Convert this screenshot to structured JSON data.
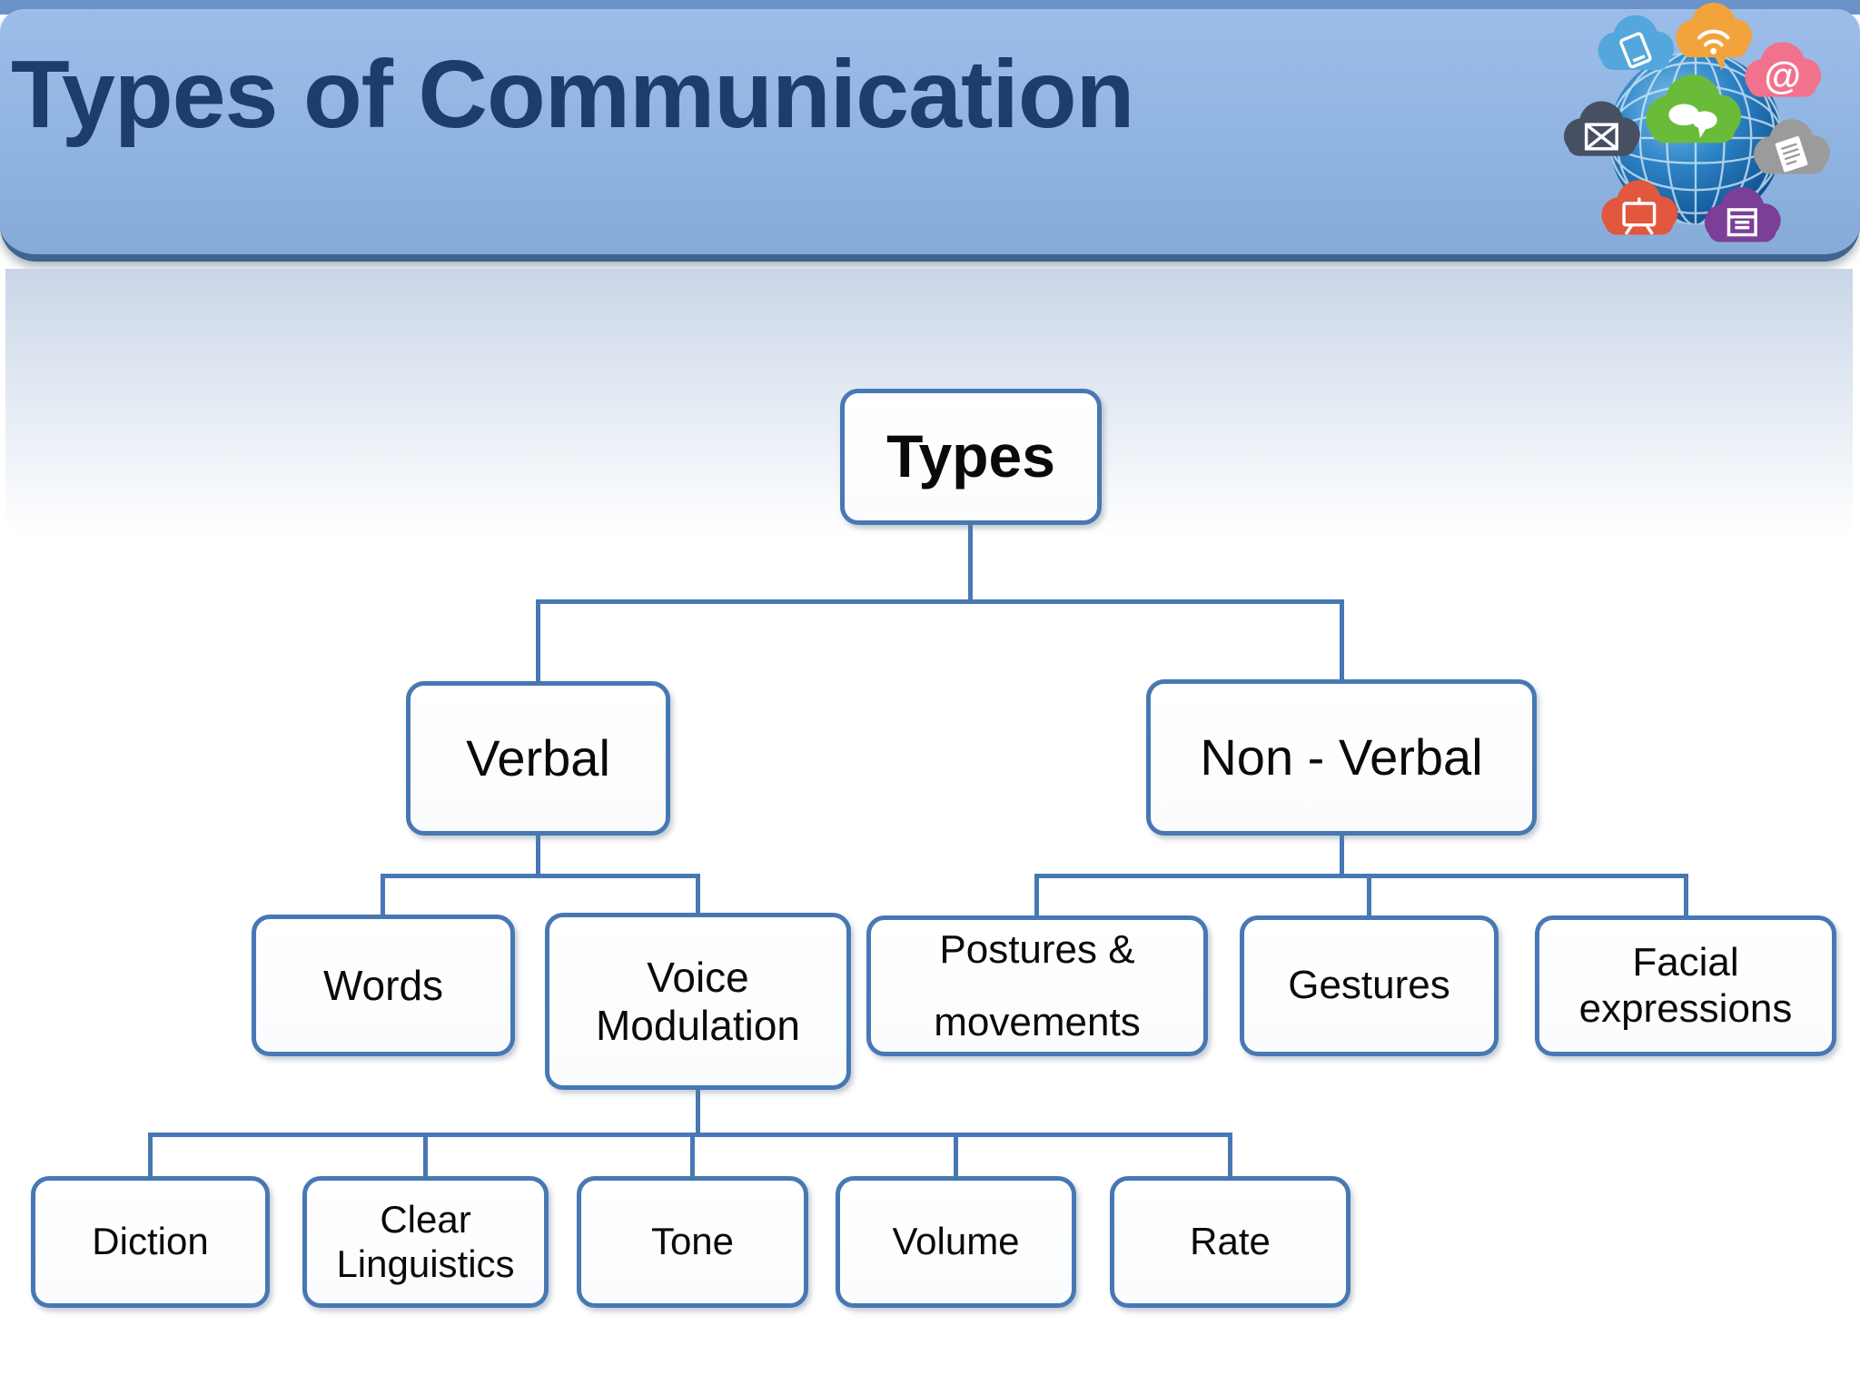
{
  "slide": {
    "title": "Types of Communication"
  },
  "colors": {
    "accent": "#4878B4",
    "header_background": "#8FB3E2",
    "header_top_strip": "#6B93C9",
    "header_underline": "#40648F",
    "title_text": "#1E3C6E",
    "node_fill": "#FFFFFF",
    "node_text": "#0A0A0A"
  },
  "logo": {
    "description": "globe surrounded by colorful communication speech-bubble clouds",
    "icons": [
      "tablet-icon",
      "wifi-icon",
      "at-sign-icon",
      "envelope-icon",
      "chat-bubbles-icon",
      "document-icon",
      "presentation-icon",
      "window-icon"
    ]
  },
  "tree": {
    "label": "Types",
    "children": [
      {
        "label": "Verbal",
        "children": [
          {
            "label": "Words"
          },
          {
            "label": "Voice Modulation",
            "children": [
              {
                "label": "Diction"
              },
              {
                "label": "Clear Linguistics"
              },
              {
                "label": "Tone"
              },
              {
                "label": "Volume"
              },
              {
                "label": "Rate"
              }
            ]
          }
        ]
      },
      {
        "label": "Non - Verbal",
        "children": [
          {
            "label": "Postures & movements"
          },
          {
            "label": "Gestures"
          },
          {
            "label": "Facial expressions"
          }
        ]
      }
    ]
  }
}
